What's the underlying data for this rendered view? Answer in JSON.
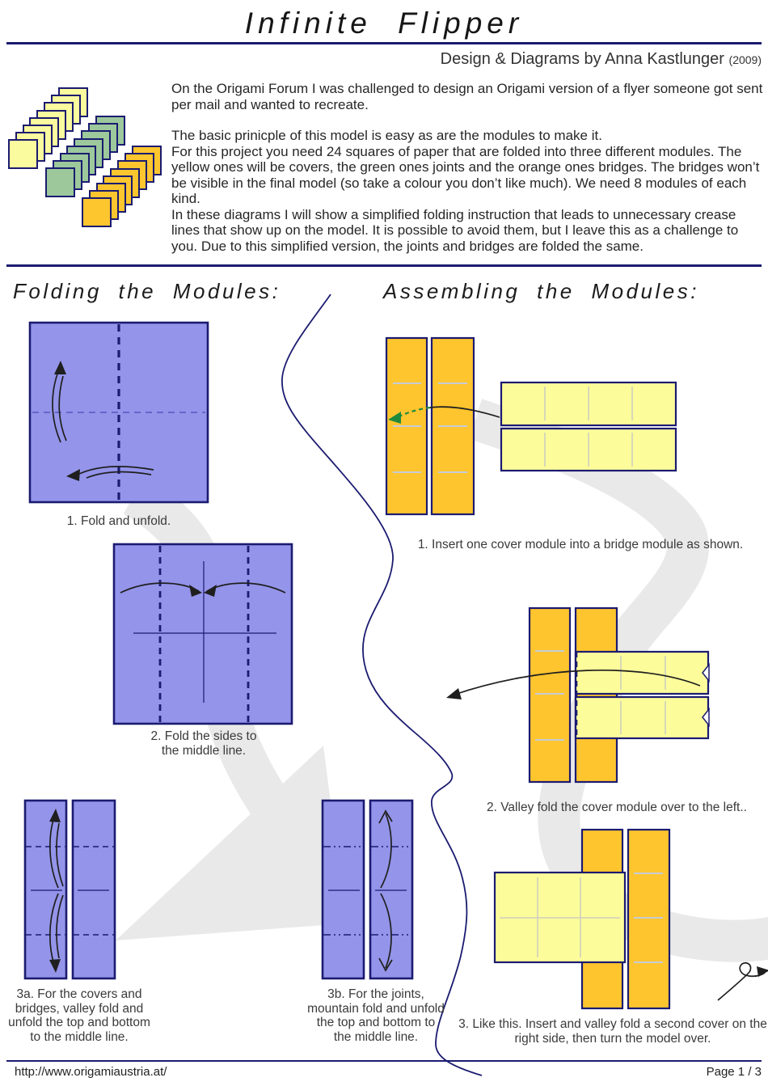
{
  "header": {
    "title": "Infinite Flipper",
    "byline": "Design & Diagrams by Anna Kastlunger",
    "year": "(2009)"
  },
  "intro": {
    "para1": "On the Origami Forum I was challenged to design an Origami version of a flyer someone got sent per mail and wanted to recreate.",
    "para2": "The basic prinicple of this model is easy as are the modules to make it.\nFor this project you need 24 squares of paper that are folded into three different modules. The yellow ones will be covers, the green ones joints and the orange ones bridges. The bridges won’t be visible in the final model (so take a colour you don’t like much). We need 8 modules of each kind.\nIn these diagrams I will show a simplified folding instruction that leads to unnecessary crease lines that show up on the model. It is possible to avoid them, but I leave this as a challenge to you. Due to this simplified version, the joints and bridges are folded the same."
  },
  "sections": {
    "folding": "Folding the Modules:",
    "assembling": "Assembling the Modules:"
  },
  "folding_steps": [
    {
      "caption": "1. Fold and unfold."
    },
    {
      "caption": "2. Fold the sides to\nthe middle line."
    },
    {
      "caption": "3a. For the covers and\nbridges, valley fold and\nunfold the top and bottom\nto the middle line."
    },
    {
      "caption": "3b. For the joints,\nmountain fold and unfold\nthe top and bottom to\nthe middle line."
    }
  ],
  "assembling_steps": [
    {
      "caption": "1. Insert one cover module into a bridge module as shown."
    },
    {
      "caption": "2. Valley fold the cover module over to the left.."
    },
    {
      "caption": "3. Like this. Insert and valley fold a second cover on the\nright side, then turn the model over."
    }
  ],
  "footer": {
    "url": "http://www.origamiaustria.at/",
    "page": "Page 1 / 3"
  },
  "colors": {
    "navy": "#1B1B70",
    "paper_blue": "#9494EA",
    "paper_orange": "#FFC52E",
    "paper_yellow": "#FCFC9B",
    "paper_green": "#9CC89C",
    "watermark": "#E9E9E9",
    "arrow_green": "#1F8A3D",
    "crease_gray": "#C6CCD8"
  },
  "stacks": {
    "squares_per_stack": 8,
    "groups": [
      {
        "name": "covers",
        "color": "#FAFA9E"
      },
      {
        "name": "joints",
        "color": "#9CC89C"
      },
      {
        "name": "bridges",
        "color": "#FDC62F"
      }
    ]
  }
}
